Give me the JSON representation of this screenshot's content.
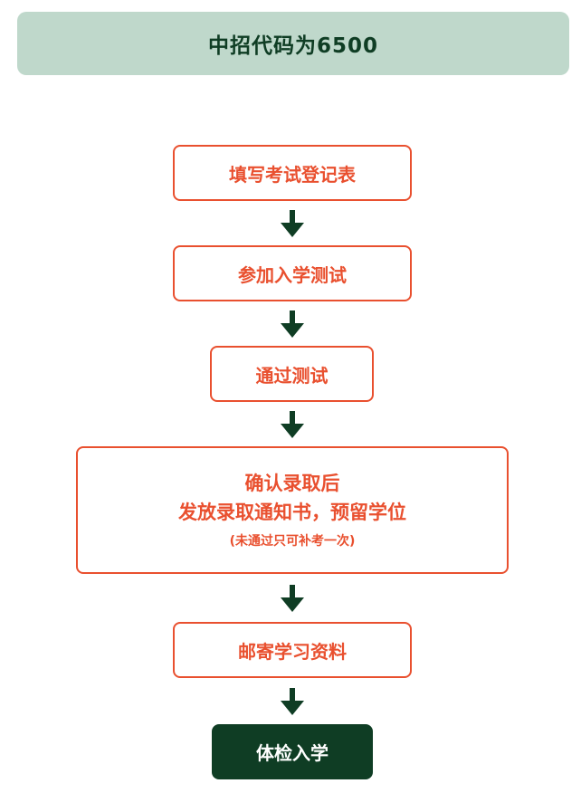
{
  "banner": {
    "text": "中招代码为6500"
  },
  "steps": [
    {
      "label": "填写考试登记表"
    },
    {
      "label": "参加入学测试"
    },
    {
      "label": "通过测试"
    },
    {
      "line1": "确认录取后",
      "line2": "发放录取通知书，预留学位",
      "note": "(未通过只可补考一次)"
    },
    {
      "label": "邮寄学习资料"
    },
    {
      "label": "体检入学"
    }
  ],
  "colors": {
    "accent": "#e9502f",
    "dark_green": "#0f3d24",
    "banner_bg": "#bfd8cb"
  }
}
